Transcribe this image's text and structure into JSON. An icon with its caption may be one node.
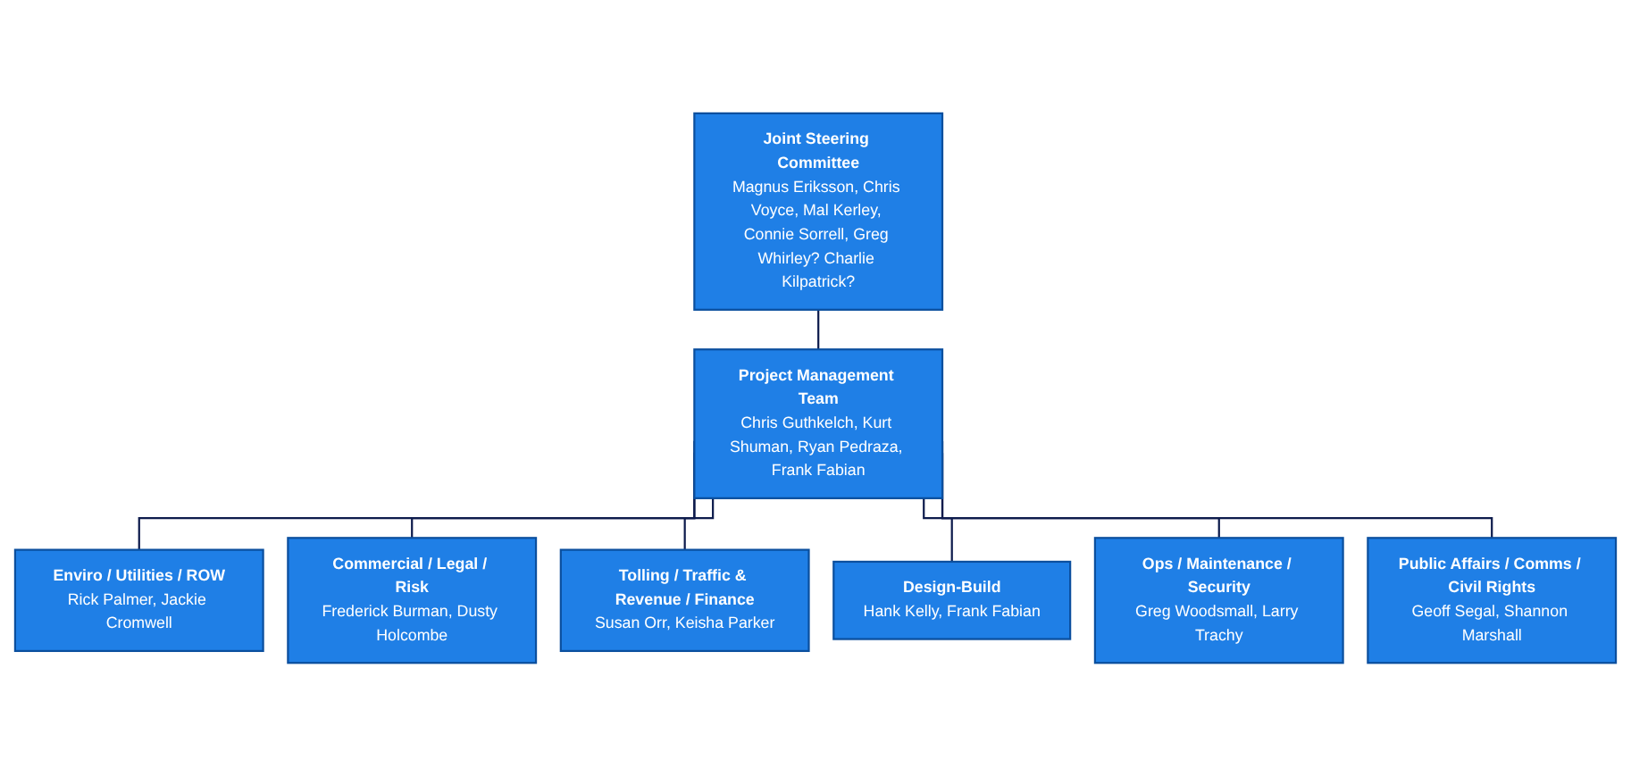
{
  "diagram": {
    "nodes": [
      {
        "text": [
          "Joint Steering Committee",
          "Magnus Eriksson, Chris Voyce, Mal Kerley, Connie Sorrell, Greg Whirley? Charlie Kilpatrick?"
        ]
      },
      {
        "text": [
          "Project Management Team",
          "Chris Guthkelch, Kurt Shuman, Ryan Pedraza, Frank Fabian"
        ]
      },
      {
        "text": [
          "Enviro / Utilities / ROW",
          "Rick Palmer, Jackie Cromwell"
        ]
      },
      {
        "text": [
          "Tolling / Traffic & Revenue / Finance",
          "Susan Orr, Keisha Parker"
        ]
      },
      {
        "text": [
          "Design-Build",
          "Hank Kelly, Frank Fabian"
        ]
      },
      {
        "text": [
          "Public Affairs / Comms / Civil Rights",
          "Geoff Segal, Shannon Marshall"
        ]
      },
      {
        "text": [
          "Commercial / Legal / Risk",
          "Frederick Burman, Dusty Holcombe"
        ]
      },
      {
        "text": [
          "Ops / Maintenance / Security",
          "Greg Woodsmall, Larry Trachy"
        ]
      }
    ],
    "edges": [
      {
        "from": 0,
        "to": 1,
        "arrow": "none"
      },
      {
        "from": 1,
        "to": 2,
        "arrow": "none"
      },
      {
        "from": 1,
        "to": 6,
        "arrow": "none"
      },
      {
        "from": 1,
        "to": 3,
        "arrow": "none"
      },
      {
        "from": 1,
        "to": 4,
        "arrow": "none"
      },
      {
        "from": 1,
        "to": 7,
        "arrow": "none"
      },
      {
        "from": 1,
        "to": 5,
        "arrow": "none"
      }
    ]
  }
}
